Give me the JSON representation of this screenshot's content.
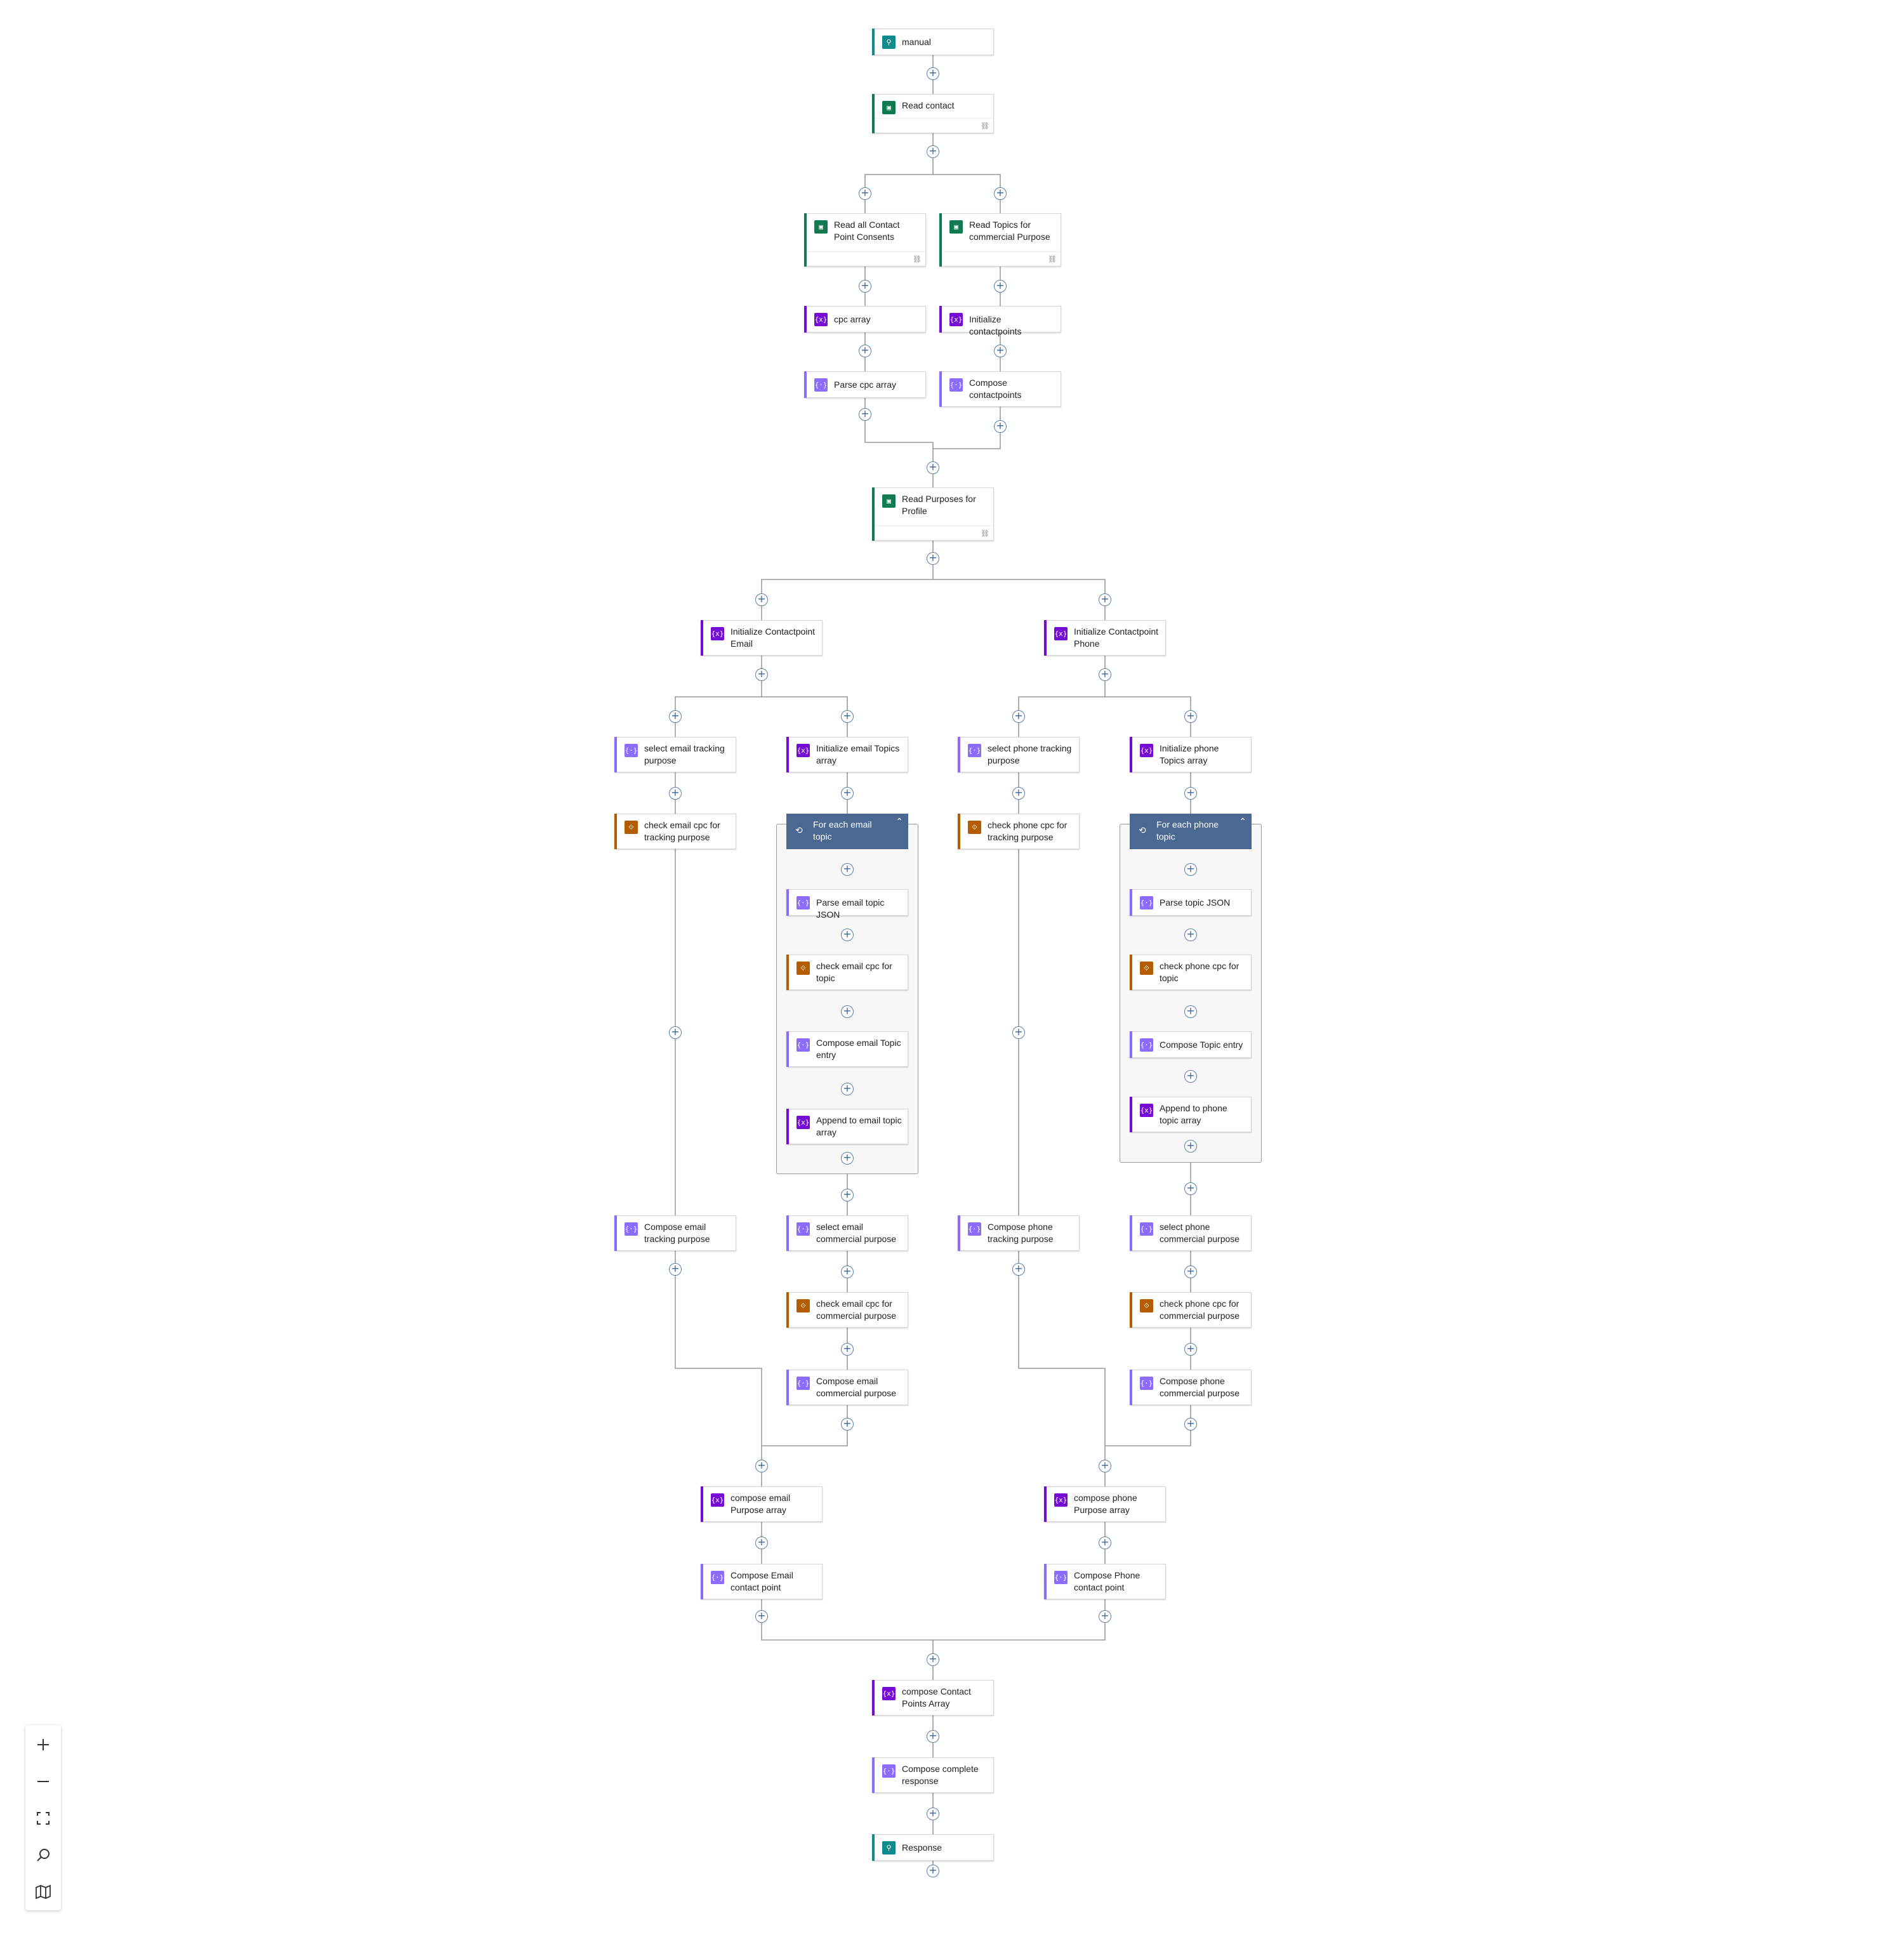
{
  "colors": {
    "trigger": "#0f8b8d",
    "dataverse": "#117a51",
    "variable": "#770bd6",
    "compose": "#8c6cff",
    "condition": "#b35d00",
    "loop": "#4a6891",
    "wire": "#9a9a9a"
  },
  "nodes": {
    "manual": "manual",
    "read_contact": "Read contact",
    "read_cpc": "Read all Contact Point Consents",
    "read_topics": "Read Topics for commercial Purpose",
    "cpc_array": "cpc array",
    "init_contactpoints": "Initialize contactpoints",
    "parse_cpc": "Parse cpc array",
    "compose_contactpoints": "Compose contactpoints",
    "read_purposes": "Read Purposes for Profile",
    "init_cp_email": "Initialize Contactpoint Email",
    "init_cp_phone": "Initialize Contactpoint Phone",
    "select_email_tracking": "select email tracking purpose",
    "init_email_topics": "Initialize email Topics array",
    "select_phone_tracking": "select phone tracking purpose",
    "init_phone_topics": "Initialize phone Topics array",
    "check_email_tracking": "check email cpc for tracking purpose",
    "foreach_email": "For each email topic",
    "check_phone_tracking": "check phone cpc for tracking purpose",
    "foreach_phone": "For each phone topic",
    "parse_email_topic": "Parse email topic JSON",
    "parse_topic": "Parse topic JSON",
    "check_email_topic": "check email cpc for topic",
    "check_phone_topic": "check phone cpc for topic",
    "compose_email_topic": "Compose email Topic entry",
    "compose_topic": "Compose Topic entry",
    "append_email_topic": "Append to email topic array",
    "append_phone_topic": "Append to phone topic array",
    "compose_email_tracking": "Compose email tracking purpose",
    "select_email_commercial": "select email commercial purpose",
    "compose_phone_tracking": "Compose phone tracking purpose",
    "select_phone_commercial": "select phone commercial purpose",
    "check_email_commercial": "check email cpc for commercial purpose",
    "check_phone_commercial": "check phone cpc for commercial purpose",
    "compose_email_commercial": "Compose email commercial purpose",
    "compose_phone_commercial": "Compose phone commercial purpose",
    "compose_email_purpose": "compose email Purpose array",
    "compose_phone_purpose": "compose phone Purpose array",
    "compose_email_cp": "Compose Email contact point",
    "compose_phone_cp": "Compose Phone contact point",
    "compose_cp_array": "compose Contact Points Array",
    "compose_complete": "Compose complete response",
    "response": "Response"
  },
  "icons": {
    "trigger": "request-icon",
    "dataverse": "dataverse-icon",
    "variable": "variable-icon",
    "compose": "data-operation-icon",
    "condition": "condition-icon",
    "loop": "loop-icon",
    "reference": "link-icon"
  },
  "canvas_controls": [
    "zoom-in",
    "zoom-out",
    "fit-view",
    "search",
    "minimap"
  ]
}
